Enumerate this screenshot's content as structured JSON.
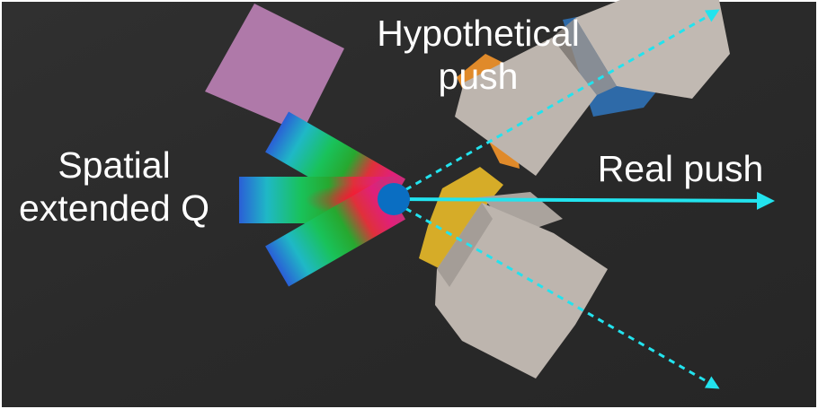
{
  "labels": {
    "spatial_line1": "Spatial",
    "spatial_line2": "extended Q",
    "hypothetical_line1": "Hypothetical",
    "hypothetical_line2": "push",
    "real_push": "Real push"
  },
  "colors": {
    "background": "#2c2c2c",
    "border": "#ffffff",
    "push_arrow": "#22e3ee",
    "pusher": "#0a6ec2",
    "cube_face": "#bdb5ae",
    "pink_block": "#b67db0",
    "gold_block": "#d6ac28",
    "blue_block": "#2e6aa8",
    "orange_block": "#e08a2a"
  },
  "heatmap_bands": 3,
  "arrows": [
    {
      "name": "real-push",
      "style": "solid"
    },
    {
      "name": "hypothetical-push-up",
      "style": "dashed"
    },
    {
      "name": "hypothetical-push-down",
      "style": "dashed"
    }
  ]
}
